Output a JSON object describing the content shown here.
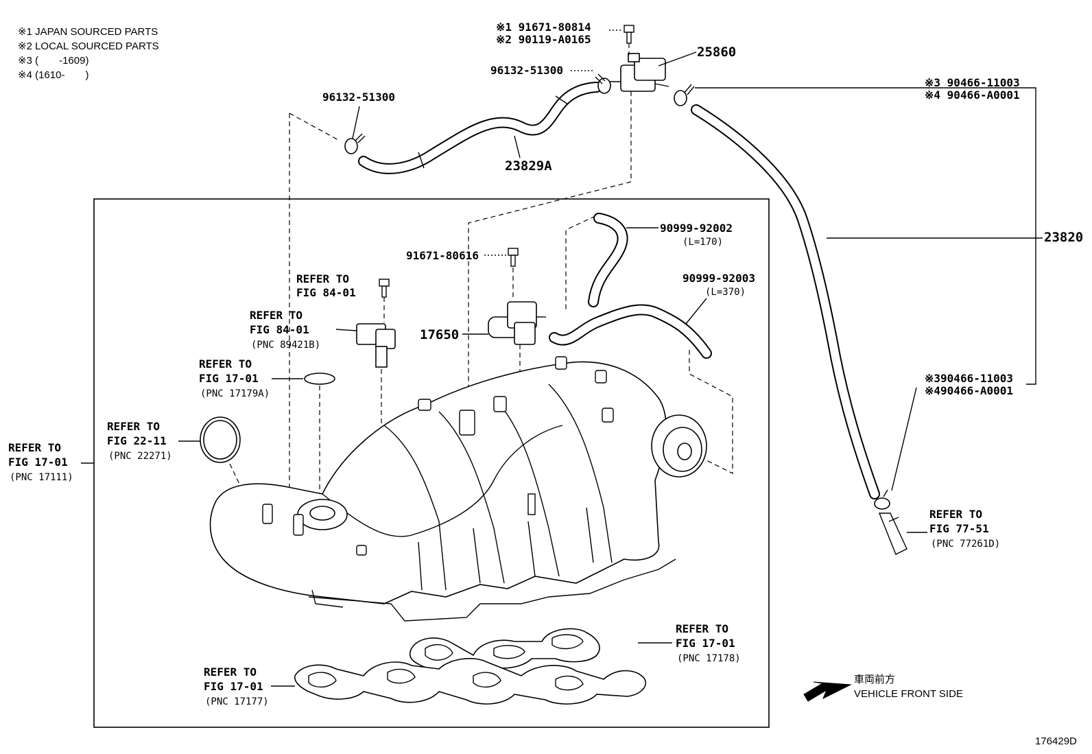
{
  "notes": [
    "※1 JAPAN SOURCED PARTS",
    "※2 LOCAL SOURCED PARTS",
    "※3 (　　-1609)",
    "※4 (1610-　　)"
  ],
  "labels": {
    "bolt_top_1": "※1 91671-80814",
    "bolt_top_2": "※2 90119-A0165",
    "part_25860": "25860",
    "clamp_96132_a": "96132-51300",
    "clamp_96132_b": "96132-51300",
    "hose_23829a": "23829A",
    "clamp_right_top_3": "※3 90466-11003",
    "clamp_right_top_4": "※4 90466-A0001",
    "part_23820": "23820",
    "clamp_right_bot_3": "※390466-11003",
    "clamp_right_bot_4": "※490466-A0001",
    "hose_92002": "90999-92002",
    "hose_92002_len": "(L=170)",
    "hose_92003": "90999-92003",
    "hose_92003_len": "(L=370)",
    "bolt_80616": "91671-80616",
    "part_17650": "17650",
    "ref_84_01_a_1": "REFER TO",
    "ref_84_01_a_2": "FIG 84-01",
    "ref_84_01_b_1": "REFER TO",
    "ref_84_01_b_2": "FIG 84-01",
    "ref_84_01_b_3": "(PNC 89421B)",
    "ref_17_01_a_1": "REFER TO",
    "ref_17_01_a_2": "FIG 17-01",
    "ref_17_01_a_3": "(PNC 17179A)",
    "ref_22_11_1": "REFER TO",
    "ref_22_11_2": "FIG 22-11",
    "ref_22_11_3": "(PNC 22271)",
    "ref_17111_1": "REFER TO",
    "ref_17111_2": "FIG 17-01",
    "ref_17111_3": "(PNC 17111)",
    "ref_77_51_1": "REFER TO",
    "ref_77_51_2": "FIG 77-51",
    "ref_77_51_3": "(PNC 77261D)",
    "ref_17178_1": "REFER TO",
    "ref_17178_2": "FIG 17-01",
    "ref_17178_3": "(PNC 17178)",
    "ref_17177_1": "REFER TO",
    "ref_17177_2": "FIG 17-01",
    "ref_17177_3": "(PNC 17177)",
    "front_jp": "車両前方",
    "front_en": "VEHICLE FRONT SIDE",
    "fig_number": "176429D"
  }
}
